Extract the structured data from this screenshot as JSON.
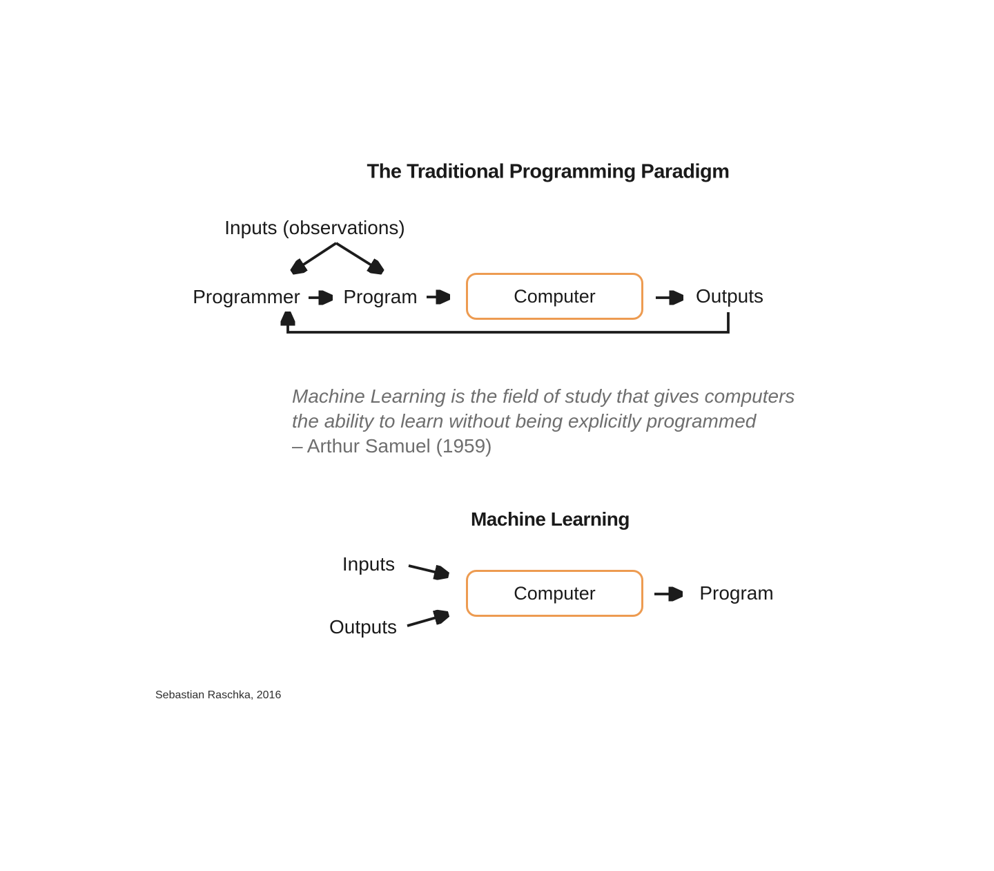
{
  "colors": {
    "background": "#ffffff",
    "line": "#1c1c1c",
    "text": "#1a1a1a",
    "box_border": "#ED9B51",
    "quote_text": "#6e6e6e",
    "credit_text": "#2e2e2e"
  },
  "traditional": {
    "title": "The Traditional Programming Paradigm",
    "inputs_label": "Inputs (observations)",
    "programmer_label": "Programmer",
    "program_label": "Program",
    "computer_label": "Computer",
    "outputs_label": "Outputs"
  },
  "quote": {
    "line1": "Machine Learning is the field of study that gives computers",
    "line2": "the ability to learn without being explicitly programmed",
    "attribution": "– Arthur Samuel (1959)"
  },
  "machine_learning": {
    "title": "Machine Learning",
    "inputs_label": "Inputs",
    "outputs_label": "Outputs",
    "computer_label": "Computer",
    "program_label": "Program"
  },
  "footer": {
    "credit": "Sebastian Raschka, 2016"
  }
}
